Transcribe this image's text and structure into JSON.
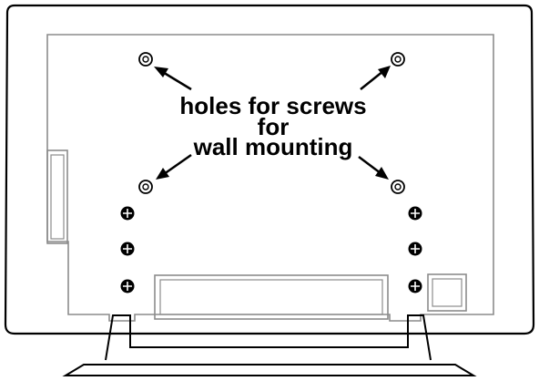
{
  "diagram": {
    "caption": {
      "line1": "holes for screws",
      "line2": "for",
      "line3": "wall mounting"
    },
    "mounting_holes": [
      "top-left",
      "top-right",
      "middle-left",
      "middle-right"
    ],
    "screws": [
      "left-1",
      "left-2",
      "left-3",
      "right-1",
      "right-2",
      "right-3"
    ],
    "colors": {
      "line": "#000000",
      "panel_outline": "#8c8c8c",
      "background": "#ffffff"
    }
  }
}
